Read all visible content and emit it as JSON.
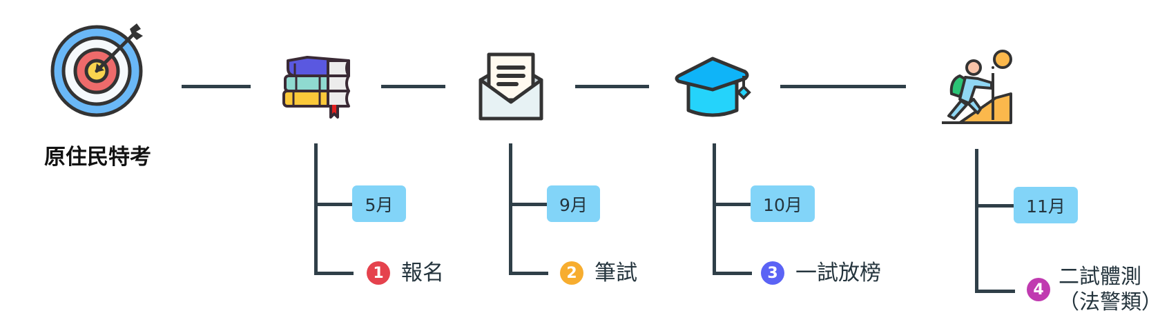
{
  "title": "原住民特考",
  "colors": {
    "connector": "#2f3f48",
    "badge_bg": "#82d4f8",
    "text": "#24343d"
  },
  "steps": [
    {
      "number": "1",
      "month": "5月",
      "label": "報名",
      "label_line2": "",
      "color": "#e5424d",
      "icon": "books-icon"
    },
    {
      "number": "2",
      "month": "9月",
      "label": "筆試",
      "label_line2": "",
      "color": "#f7ad2f",
      "icon": "envelope-letter-icon"
    },
    {
      "number": "3",
      "month": "10月",
      "label": "一試放榜",
      "label_line2": "",
      "color": "#5b63f5",
      "icon": "graduation-cap-icon"
    },
    {
      "number": "4",
      "month": "11月",
      "label": "二試體測",
      "label_line2": "（法警類）",
      "color": "#c03ab0",
      "icon": "climber-icon"
    }
  ],
  "header_icon": "target-icon"
}
